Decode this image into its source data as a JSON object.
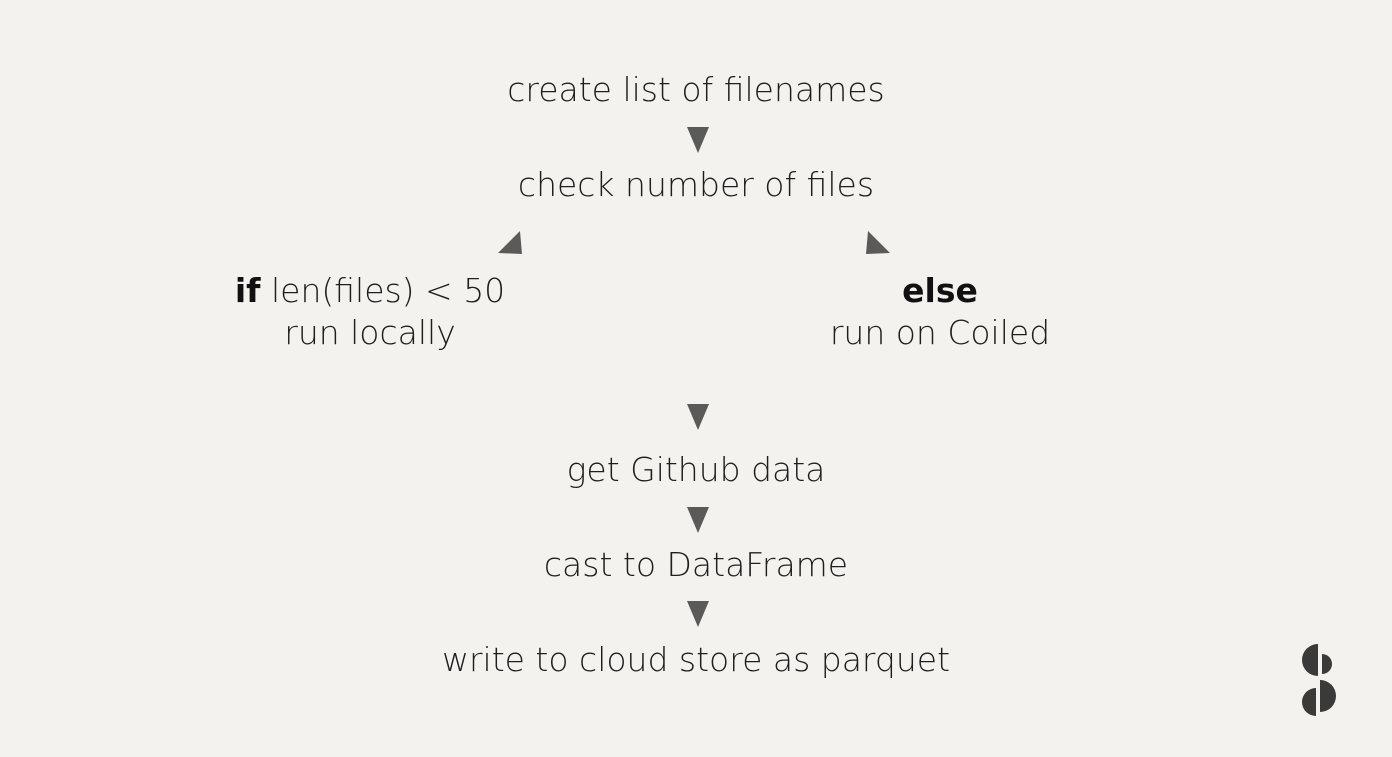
{
  "diagram": {
    "steps": {
      "create_list": "create list of filenames",
      "check_number": "check number of files",
      "get_data": "get Github data",
      "cast_dataframe": "cast to DataFrame",
      "write_store": "write to cloud store as parquet"
    },
    "branch_if": {
      "keyword": "if",
      "condition": " len(files) < 50",
      "action": "run locally"
    },
    "branch_else": {
      "keyword": "else",
      "action": "run on Coiled"
    }
  },
  "colors": {
    "background": "#f3f2ef",
    "text": "#1e1e1e",
    "arrow": "#5a5a58",
    "logo": "#3a3a38"
  }
}
